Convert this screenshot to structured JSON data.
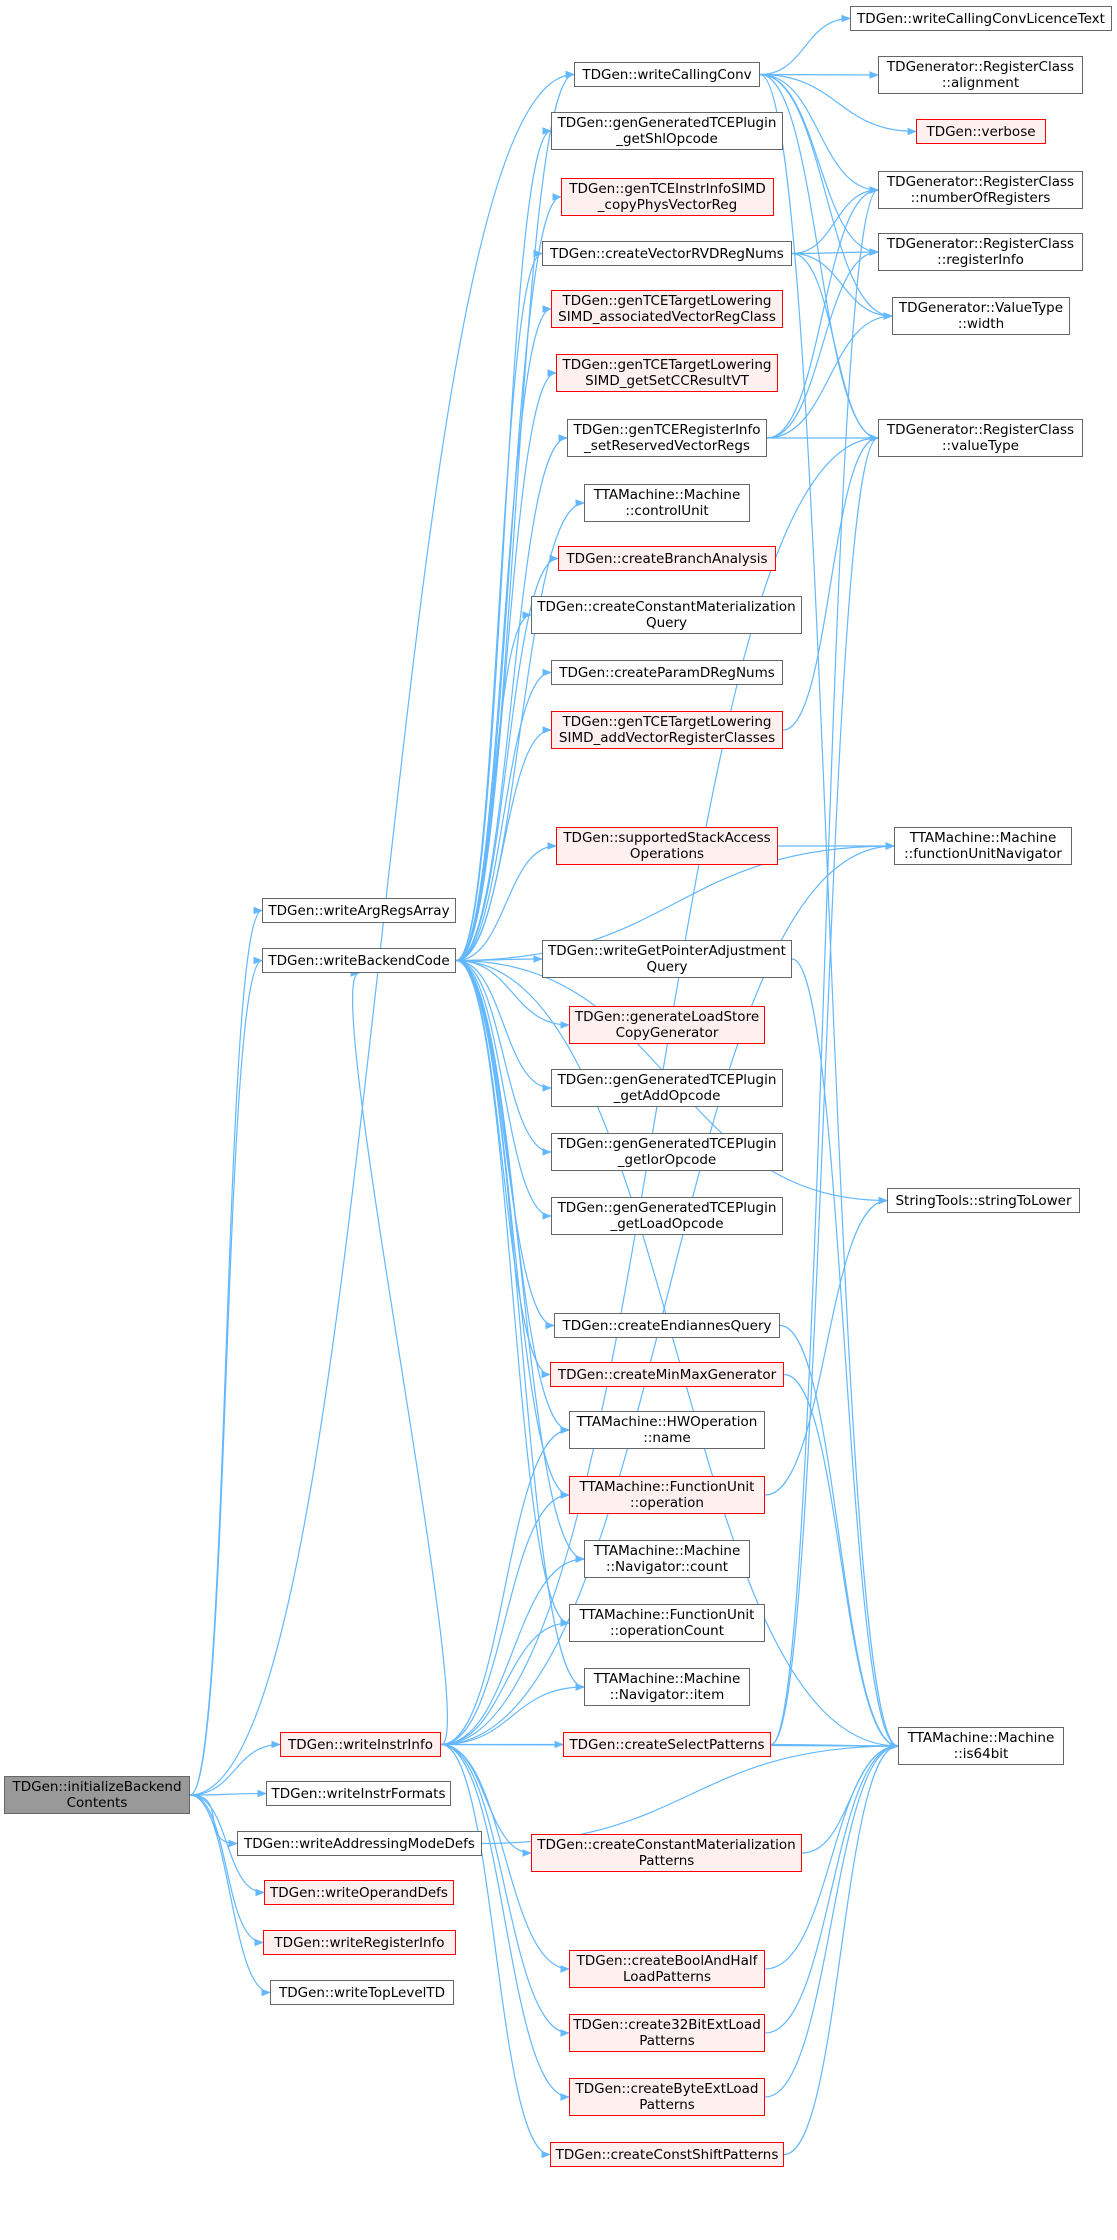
{
  "colors": {
    "edge": "#63b8ff",
    "edge_dark": "#5b9bd5",
    "border": "#666666",
    "border_red": "#ff0000",
    "fill_red": "#fff0f0",
    "root_fill": "#999999"
  },
  "nodes": {
    "initializeBackendContents": {
      "label": "TDGen::initializeBackend\nContents",
      "status": "root"
    },
    "writeCallingConvLicenceText": {
      "label": "TDGen::writeCallingConvLicenceText",
      "status": "normal"
    },
    "writeCallingConv": {
      "label": "TDGen::writeCallingConv",
      "status": "normal"
    },
    "rcAlignment": {
      "label": "TDGenerator::RegisterClass\n::alignment",
      "status": "normal"
    },
    "verbose": {
      "label": "TDGen::verbose",
      "status": "red"
    },
    "getShlOpcode": {
      "label": "TDGen::genGeneratedTCEPlugin\n_getShlOpcode",
      "status": "normal"
    },
    "copyPhysVectorReg": {
      "label": "TDGen::genTCEInstrInfoSIMD\n_copyPhysVectorReg",
      "status": "red"
    },
    "rcNumberOfRegisters": {
      "label": "TDGenerator::RegisterClass\n::numberOfRegisters",
      "status": "normal"
    },
    "createVectorRVDRegNums": {
      "label": "TDGen::createVectorRVDRegNums",
      "status": "normal"
    },
    "rcRegisterInfo": {
      "label": "TDGenerator::RegisterClass\n::registerInfo",
      "status": "normal"
    },
    "associatedVectorRegClass": {
      "label": "TDGen::genTCETargetLowering\nSIMD_associatedVectorRegClass",
      "status": "red"
    },
    "vtWidth": {
      "label": "TDGenerator::ValueType\n::width",
      "status": "normal"
    },
    "getSetCCResultVT": {
      "label": "TDGen::genTCETargetLowering\nSIMD_getSetCCResultVT",
      "status": "red"
    },
    "setReservedVectorRegs": {
      "label": "TDGen::genTCERegisterInfo\n_setReservedVectorRegs",
      "status": "normal"
    },
    "rcValueType": {
      "label": "TDGenerator::RegisterClass\n::valueType",
      "status": "normal"
    },
    "controlUnit": {
      "label": "TTAMachine::Machine\n::controlUnit",
      "status": "normal"
    },
    "createBranchAnalysis": {
      "label": "TDGen::createBranchAnalysis",
      "status": "red"
    },
    "createConstantMaterializationQuery": {
      "label": "TDGen::createConstantMaterialization\nQuery",
      "status": "normal"
    },
    "createParamDRegNums": {
      "label": "TDGen::createParamDRegNums",
      "status": "normal"
    },
    "addVectorRegisterClasses": {
      "label": "TDGen::genTCETargetLowering\nSIMD_addVectorRegisterClasses",
      "status": "red"
    },
    "supportedStackAccessOperations": {
      "label": "TDGen::supportedStackAccess\nOperations",
      "status": "red"
    },
    "functionUnitNavigator": {
      "label": "TTAMachine::Machine\n::functionUnitNavigator",
      "status": "normal"
    },
    "writeArgRegsArray": {
      "label": "TDGen::writeArgRegsArray",
      "status": "normal"
    },
    "writeBackendCode": {
      "label": "TDGen::writeBackendCode",
      "status": "normal"
    },
    "writeGetPointerAdjustmentQuery": {
      "label": "TDGen::writeGetPointerAdjustment\nQuery",
      "status": "normal"
    },
    "generateLoadStoreCopyGenerator": {
      "label": "TDGen::generateLoadStore\nCopyGenerator",
      "status": "red"
    },
    "getAddOpcode": {
      "label": "TDGen::genGeneratedTCEPlugin\n_getAddOpcode",
      "status": "normal"
    },
    "getIorOpcode": {
      "label": "TDGen::genGeneratedTCEPlugin\n_getIorOpcode",
      "status": "normal"
    },
    "stringToLower": {
      "label": "StringTools::stringToLower",
      "status": "normal"
    },
    "getLoadOpcode": {
      "label": "TDGen::genGeneratedTCEPlugin\n_getLoadOpcode",
      "status": "normal"
    },
    "createEndiannesQuery": {
      "label": "TDGen::createEndiannesQuery",
      "status": "normal"
    },
    "createMinMaxGenerator": {
      "label": "TDGen::createMinMaxGenerator",
      "status": "red"
    },
    "hwOperationName": {
      "label": "TTAMachine::HWOperation\n::name",
      "status": "normal"
    },
    "fuOperation": {
      "label": "TTAMachine::FunctionUnit\n::operation",
      "status": "red"
    },
    "navigatorCount": {
      "label": "TTAMachine::Machine\n::Navigator::count",
      "status": "normal"
    },
    "fuOperationCount": {
      "label": "TTAMachine::FunctionUnit\n::operationCount",
      "status": "normal"
    },
    "navigatorItem": {
      "label": "TTAMachine::Machine\n::Navigator::item",
      "status": "normal"
    },
    "writeInstrInfo": {
      "label": "TDGen::writeInstrInfo",
      "status": "red"
    },
    "createSelectPatterns": {
      "label": "TDGen::createSelectPatterns",
      "status": "red"
    },
    "is64bit": {
      "label": "TTAMachine::Machine\n::is64bit",
      "status": "normal"
    },
    "writeInstrFormats": {
      "label": "TDGen::writeInstrFormats",
      "status": "normal"
    },
    "writeAddressingModeDefs": {
      "label": "TDGen::writeAddressingModeDefs",
      "status": "normal"
    },
    "createConstantMaterializationPatterns": {
      "label": "TDGen::createConstantMaterialization\nPatterns",
      "status": "red"
    },
    "writeOperandDefs": {
      "label": "TDGen::writeOperandDefs",
      "status": "red"
    },
    "writeRegisterInfo": {
      "label": "TDGen::writeRegisterInfo",
      "status": "red"
    },
    "createBoolAndHalfLoadPatterns": {
      "label": "TDGen::createBoolAndHalf\nLoadPatterns",
      "status": "red"
    },
    "writeTopLevelTD": {
      "label": "TDGen::writeTopLevelTD",
      "status": "normal"
    },
    "create32BitExtLoadPatterns": {
      "label": "TDGen::create32BitExtLoad\nPatterns",
      "status": "red"
    },
    "createByteExtLoadPatterns": {
      "label": "TDGen::createByteExtLoad\nPatterns",
      "status": "red"
    },
    "createConstShiftPatterns": {
      "label": "TDGen::createConstShiftPatterns",
      "status": "red"
    }
  },
  "edges": [
    [
      "initializeBackendContents",
      "writeCallingConv"
    ],
    [
      "initializeBackendContents",
      "writeArgRegsArray"
    ],
    [
      "initializeBackendContents",
      "writeBackendCode"
    ],
    [
      "initializeBackendContents",
      "writeInstrInfo"
    ],
    [
      "initializeBackendContents",
      "writeInstrFormats"
    ],
    [
      "initializeBackendContents",
      "writeAddressingModeDefs"
    ],
    [
      "initializeBackendContents",
      "writeOperandDefs"
    ],
    [
      "initializeBackendContents",
      "writeRegisterInfo"
    ],
    [
      "initializeBackendContents",
      "writeTopLevelTD"
    ],
    [
      "writeCallingConv",
      "writeCallingConvLicenceText"
    ],
    [
      "writeCallingConv",
      "rcAlignment"
    ],
    [
      "writeCallingConv",
      "verbose"
    ],
    [
      "writeCallingConv",
      "rcNumberOfRegisters"
    ],
    [
      "writeCallingConv",
      "rcRegisterInfo"
    ],
    [
      "writeCallingConv",
      "vtWidth"
    ],
    [
      "writeCallingConv",
      "rcValueType"
    ],
    [
      "writeCallingConv",
      "is64bit"
    ],
    [
      "createVectorRVDRegNums",
      "rcNumberOfRegisters"
    ],
    [
      "createVectorRVDRegNums",
      "rcRegisterInfo"
    ],
    [
      "createVectorRVDRegNums",
      "vtWidth"
    ],
    [
      "createVectorRVDRegNums",
      "rcValueType"
    ],
    [
      "setReservedVectorRegs",
      "rcNumberOfRegisters"
    ],
    [
      "setReservedVectorRegs",
      "rcRegisterInfo"
    ],
    [
      "setReservedVectorRegs",
      "vtWidth"
    ],
    [
      "setReservedVectorRegs",
      "rcValueType"
    ],
    [
      "addVectorRegisterClasses",
      "rcValueType"
    ],
    [
      "supportedStackAccessOperations",
      "functionUnitNavigator"
    ],
    [
      "writeBackendCode",
      "writeCallingConv"
    ],
    [
      "writeBackendCode",
      "getShlOpcode"
    ],
    [
      "writeBackendCode",
      "copyPhysVectorReg"
    ],
    [
      "writeBackendCode",
      "createVectorRVDRegNums"
    ],
    [
      "writeBackendCode",
      "associatedVectorRegClass"
    ],
    [
      "writeBackendCode",
      "getSetCCResultVT"
    ],
    [
      "writeBackendCode",
      "setReservedVectorRegs"
    ],
    [
      "writeBackendCode",
      "controlUnit"
    ],
    [
      "writeBackendCode",
      "createBranchAnalysis"
    ],
    [
      "writeBackendCode",
      "createConstantMaterializationQuery"
    ],
    [
      "writeBackendCode",
      "createParamDRegNums"
    ],
    [
      "writeBackendCode",
      "addVectorRegisterClasses"
    ],
    [
      "writeBackendCode",
      "supportedStackAccessOperations"
    ],
    [
      "writeBackendCode",
      "functionUnitNavigator"
    ],
    [
      "writeBackendCode",
      "stringToLower"
    ],
    [
      "writeBackendCode",
      "writeGetPointerAdjustmentQuery"
    ],
    [
      "writeBackendCode",
      "generateLoadStoreCopyGenerator"
    ],
    [
      "writeBackendCode",
      "getAddOpcode"
    ],
    [
      "writeBackendCode",
      "getIorOpcode"
    ],
    [
      "writeBackendCode",
      "getLoadOpcode"
    ],
    [
      "writeBackendCode",
      "createEndiannesQuery"
    ],
    [
      "writeBackendCode",
      "createMinMaxGenerator"
    ],
    [
      "writeBackendCode",
      "hwOperationName"
    ],
    [
      "writeBackendCode",
      "fuOperation"
    ],
    [
      "writeBackendCode",
      "navigatorCount"
    ],
    [
      "writeBackendCode",
      "fuOperationCount"
    ],
    [
      "writeBackendCode",
      "navigatorItem"
    ],
    [
      "writeBackendCode",
      "is64bit"
    ],
    [
      "writeGetPointerAdjustmentQuery",
      "is64bit"
    ],
    [
      "createEndiannesQuery",
      "is64bit"
    ],
    [
      "createMinMaxGenerator",
      "is64bit"
    ],
    [
      "fuOperation",
      "stringToLower"
    ],
    [
      "writeInstrInfo",
      "writeBackendCode"
    ],
    [
      "writeInstrInfo",
      "hwOperationName"
    ],
    [
      "writeInstrInfo",
      "fuOperation"
    ],
    [
      "writeInstrInfo",
      "navigatorCount"
    ],
    [
      "writeInstrInfo",
      "fuOperationCount"
    ],
    [
      "writeInstrInfo",
      "navigatorItem"
    ],
    [
      "writeInstrInfo",
      "createSelectPatterns"
    ],
    [
      "writeInstrInfo",
      "is64bit"
    ],
    [
      "writeInstrInfo",
      "createConstantMaterializationPatterns"
    ],
    [
      "writeInstrInfo",
      "createBoolAndHalfLoadPatterns"
    ],
    [
      "writeInstrInfo",
      "create32BitExtLoadPatterns"
    ],
    [
      "writeInstrInfo",
      "createByteExtLoadPatterns"
    ],
    [
      "writeInstrInfo",
      "createConstShiftPatterns"
    ],
    [
      "writeInstrInfo",
      "functionUnitNavigator"
    ],
    [
      "writeInstrInfo",
      "rcValueType"
    ],
    [
      "createSelectPatterns",
      "is64bit"
    ],
    [
      "createSelectPatterns",
      "rcValueType"
    ],
    [
      "createSelectPatterns",
      "rcNumberOfRegisters"
    ],
    [
      "createConstantMaterializationPatterns",
      "is64bit"
    ],
    [
      "createBoolAndHalfLoadPatterns",
      "is64bit"
    ],
    [
      "create32BitExtLoadPatterns",
      "is64bit"
    ],
    [
      "createByteExtLoadPatterns",
      "is64bit"
    ],
    [
      "createConstShiftPatterns",
      "is64bit"
    ],
    [
      "writeAddressingModeDefs",
      "is64bit"
    ]
  ]
}
